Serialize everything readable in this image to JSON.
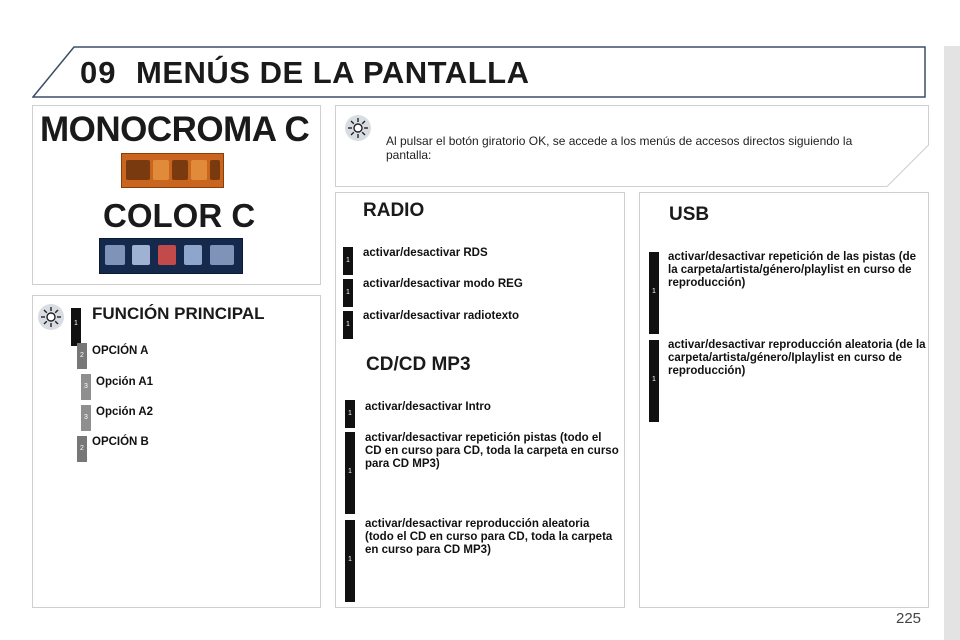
{
  "header": {
    "chapter": "09",
    "title": "MENÚS DE LA PANTALLA"
  },
  "display_types": {
    "monochrome_title": "MONOCROMA C",
    "color_title": "COLOR C",
    "monochrome_screen_icon": "orange-lcd-menu-strip",
    "color_screen_icon": "blue-lcd-menu-strip"
  },
  "main_function": {
    "title": "FUNCIÓN PRINCIPAL",
    "items": [
      {
        "level": "1",
        "label": ""
      },
      {
        "level": "2",
        "label": "OPCIÓN A"
      },
      {
        "level": "3",
        "label": "Opción A1"
      },
      {
        "level": "3",
        "label": "Opción A2"
      },
      {
        "level": "2",
        "label": "OPCIÓN B"
      }
    ]
  },
  "intro": {
    "text": "Al pulsar el botón giratorio OK, se accede a los menús de accesos directos siguiendo la pantalla:",
    "icon": "sun-icon"
  },
  "radio": {
    "title": "RADIO",
    "items": [
      {
        "level": "1",
        "label": "activar/desactivar RDS"
      },
      {
        "level": "1",
        "label": "activar/desactivar modo REG"
      },
      {
        "level": "1",
        "label": "activar/desactivar radiotexto"
      }
    ]
  },
  "cd": {
    "title": "CD/CD MP3",
    "items": [
      {
        "level": "1",
        "label": "activar/desactivar Intro"
      },
      {
        "level": "1",
        "label": "activar/desactivar repetición pistas (todo el CD en curso para CD, toda la carpeta en curso para CD MP3)"
      },
      {
        "level": "1",
        "label": "activar/desactivar reproducción aleatoria (todo el CD en curso para CD, toda la carpeta en curso para CD MP3)"
      }
    ]
  },
  "usb": {
    "title": "USB",
    "items": [
      {
        "level": "1",
        "label": "activar/desactivar repetición de las pistas (de la carpeta/artista/género/playlist en curso de reproducción)"
      },
      {
        "level": "1",
        "label": "activar/desactivar reproducción aleatoria (de la carpeta/artista/género/Iplaylist en curso de reproducción)"
      }
    ]
  },
  "footer": {
    "page_number": "225"
  }
}
